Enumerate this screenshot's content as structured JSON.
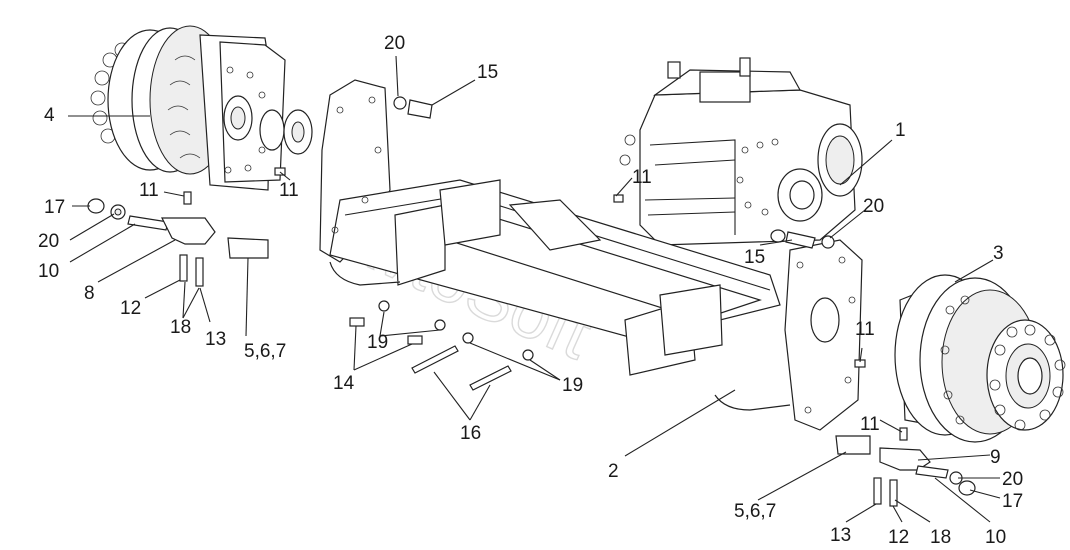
{
  "diagram": {
    "watermark": "AvtoSoft",
    "labels": {
      "l20_top": "20",
      "l15_top": "15",
      "l4": "4",
      "l1": "1",
      "l11_a": "11",
      "l11_b": "11",
      "l11_c": "11",
      "l17_left": "17",
      "l20_left": "20",
      "l10_left": "10",
      "l8": "8",
      "l12_left": "12",
      "l18_left": "18",
      "l13_left": "13",
      "l567_left": "5,6,7",
      "l20_mid": "20",
      "l15_mid": "15",
      "l3": "3",
      "l19_a": "19",
      "l14": "14",
      "l19_b": "19",
      "l16": "16",
      "l11_right": "11",
      "l11_right2": "11",
      "l9": "9",
      "l2": "2",
      "l20_right": "20",
      "l17_right": "17",
      "l567_right": "5,6,7",
      "l13_right": "13",
      "l12_right": "12",
      "l18_right": "18",
      "l10_right": "10"
    }
  }
}
